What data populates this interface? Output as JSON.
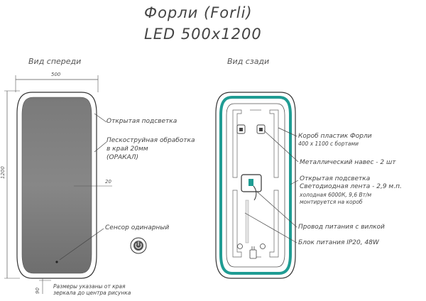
{
  "title": {
    "line1": "Форли (Forli)",
    "line2": "LED 500x1200"
  },
  "views": {
    "front": "Вид спереди",
    "back": "Вид сзади"
  },
  "dimensions": {
    "width": "500",
    "height": "1200",
    "edge": "20",
    "sensor_offset": "90"
  },
  "front_labels": {
    "backlight": "Открытая подсветка",
    "sandblast_1": "Пескоструйная обработка",
    "sandblast_2": "в край 20мм",
    "sandblast_3": "(ОРАКАЛ)",
    "sensor": "Сенсор одинарный",
    "note_1": "Размеры указаны от края",
    "note_2": "зеркала до центра рисунка"
  },
  "back_labels": {
    "box_1": "Короб пластик Форли",
    "box_2": "400 х 1100 с бортами",
    "hanger": "Металлический навес - 2 шт",
    "led_1": "Открытая подсветка",
    "led_2": "Светодиодная лента - 2,9 м.п.",
    "led_3": "холодная 6000К, 9,6 Вт/м",
    "led_4": "монтируется на короб",
    "cable": "Провод питания с вилкой",
    "psu": "Блок питания IP20, 48W"
  },
  "colors": {
    "led_strip": "#1f9c93",
    "mirror": "#7d7d7d",
    "line": "#444444"
  }
}
